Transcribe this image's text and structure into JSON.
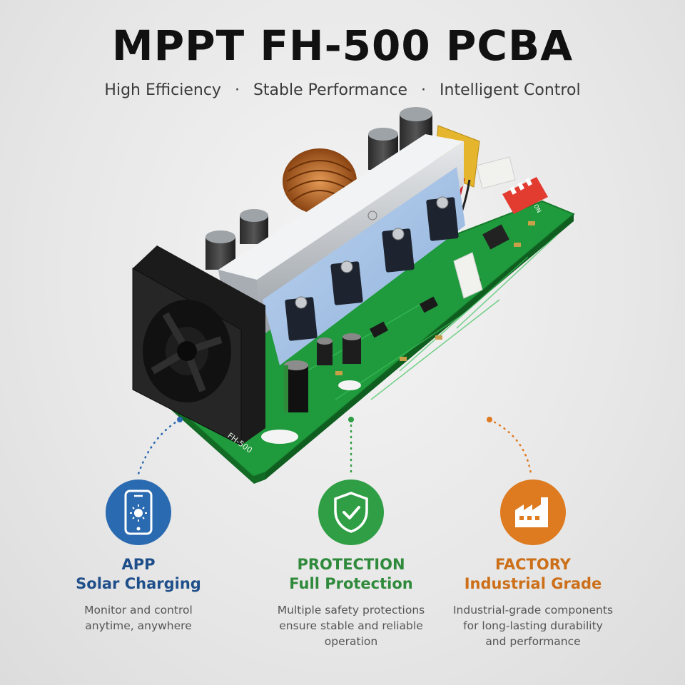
{
  "header": {
    "title": "MPPT FH-500 PCBA",
    "subtitle": [
      "High Efficiency",
      "Stable Performance",
      "Intelligent Control"
    ],
    "separator": "·"
  },
  "product_image": {
    "board_label": "FH-500",
    "dip_label": "ON"
  },
  "features": [
    {
      "icon": "phone-solar-icon",
      "color": "#2a6ab1",
      "heading": "APP",
      "subheading": "Solar Charging",
      "description": [
        "Monitor and control",
        "anytime, anywhere"
      ]
    },
    {
      "icon": "shield-check-icon",
      "color": "#2f9e44",
      "heading": "PROTECTION",
      "subheading": "Full Protection",
      "description": [
        "Multiple safety protections",
        "ensure stable and reliable",
        "operation"
      ]
    },
    {
      "icon": "factory-icon",
      "color": "#de7a1f",
      "heading": "FACTORY",
      "subheading": "Industrial Grade",
      "description": [
        "Industrial-grade components",
        "for long-lasting durability",
        "and performance"
      ]
    }
  ]
}
